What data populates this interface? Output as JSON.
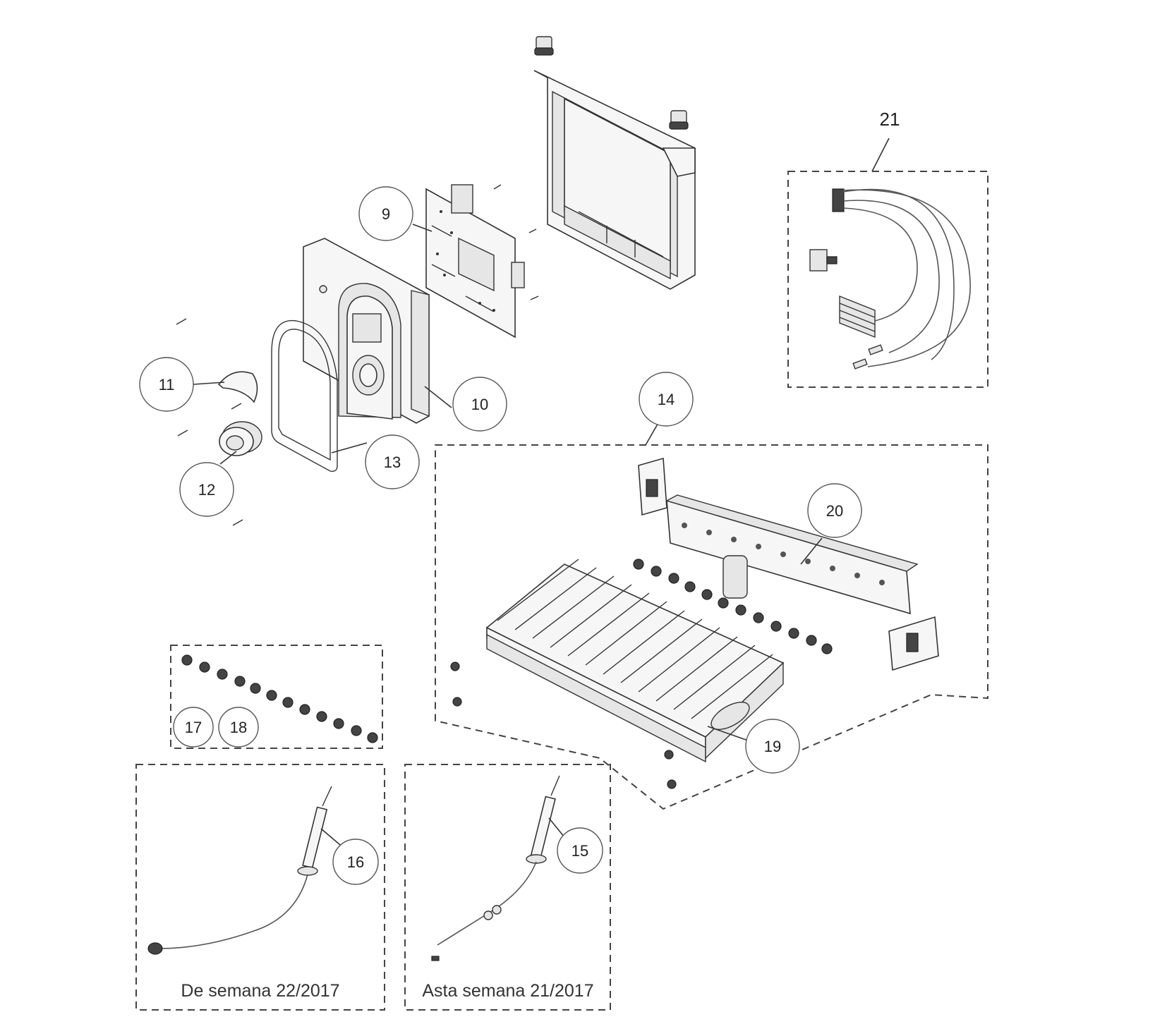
{
  "callouts": {
    "c9": "9",
    "c10": "10",
    "c11": "11",
    "c12": "12",
    "c13": "13",
    "c14": "14",
    "c15": "15",
    "c16": "16",
    "c17": "17",
    "c18": "18",
    "c19": "19",
    "c20": "20",
    "c21": "21"
  },
  "captions": {
    "left_box": "De semana 22/2017",
    "right_box": "Asta semana 21/2017"
  }
}
